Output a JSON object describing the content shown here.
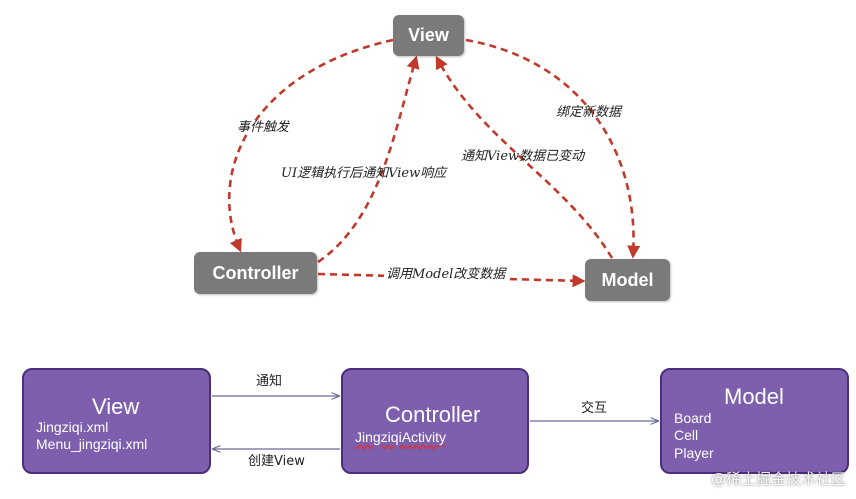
{
  "top_diagram": {
    "nodes": {
      "view": "View",
      "controller": "Controller",
      "model": "Model"
    },
    "edges": {
      "event_trigger": "事件触发",
      "ui_logic_notify_view": "UI逻辑执行后通知View响应",
      "bind_new_data": "绑定新数据",
      "notify_view_data_changed": "通知View数据已变动",
      "call_model_change_data": "调用Model改变数据"
    },
    "colors": {
      "node_fill": "#7a7a7a",
      "arrow": "#c0392b"
    }
  },
  "bottom_diagram": {
    "view_box": {
      "title": "View",
      "lines": [
        "Jingziqi.xml",
        "Menu_jingziqi.xml"
      ]
    },
    "controller_box": {
      "title": "Controller",
      "lines": [
        "JingziqiActivity"
      ]
    },
    "model_box": {
      "title": "Model",
      "lines": [
        "Board",
        "Cell",
        "Player"
      ]
    },
    "edges": {
      "notify": "通知",
      "create_view": "创建View",
      "interact": "交互"
    },
    "colors": {
      "box_fill": "#7d5fad",
      "box_border": "#4b2f7d",
      "connector": "#6b6b9b"
    }
  },
  "watermark": "@稀土掘金技术社区"
}
